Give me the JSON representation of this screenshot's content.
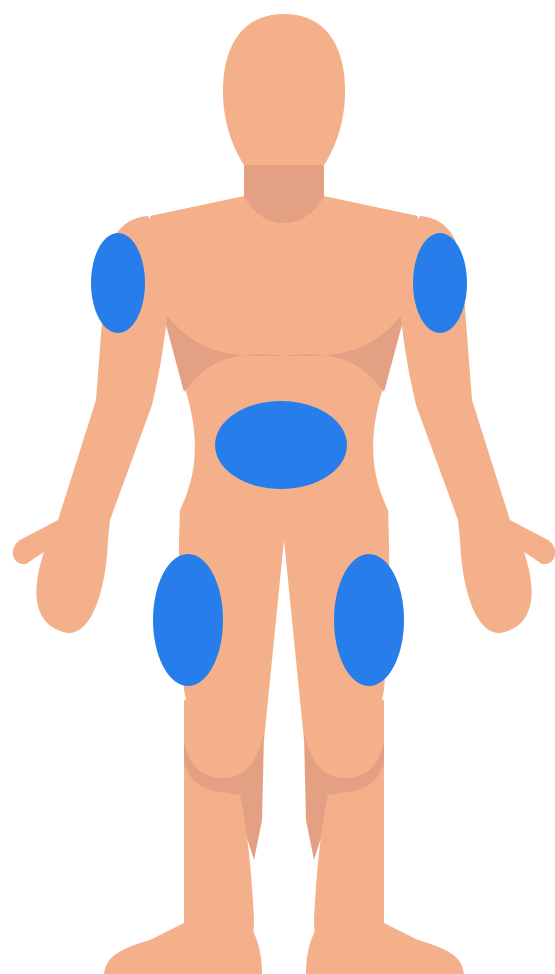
{
  "figure": {
    "subject": "human-body-front",
    "colors": {
      "background": "#ffffff",
      "skin": "#f4b08a",
      "skin_shadow": "#e3a083",
      "marker": "#277dea",
      "marker_highlight": "#2b8bf5"
    },
    "markers": [
      {
        "region": "left-upper-arm"
      },
      {
        "region": "right-upper-arm"
      },
      {
        "region": "abdomen"
      },
      {
        "region": "left-thigh"
      },
      {
        "region": "right-thigh"
      }
    ]
  }
}
